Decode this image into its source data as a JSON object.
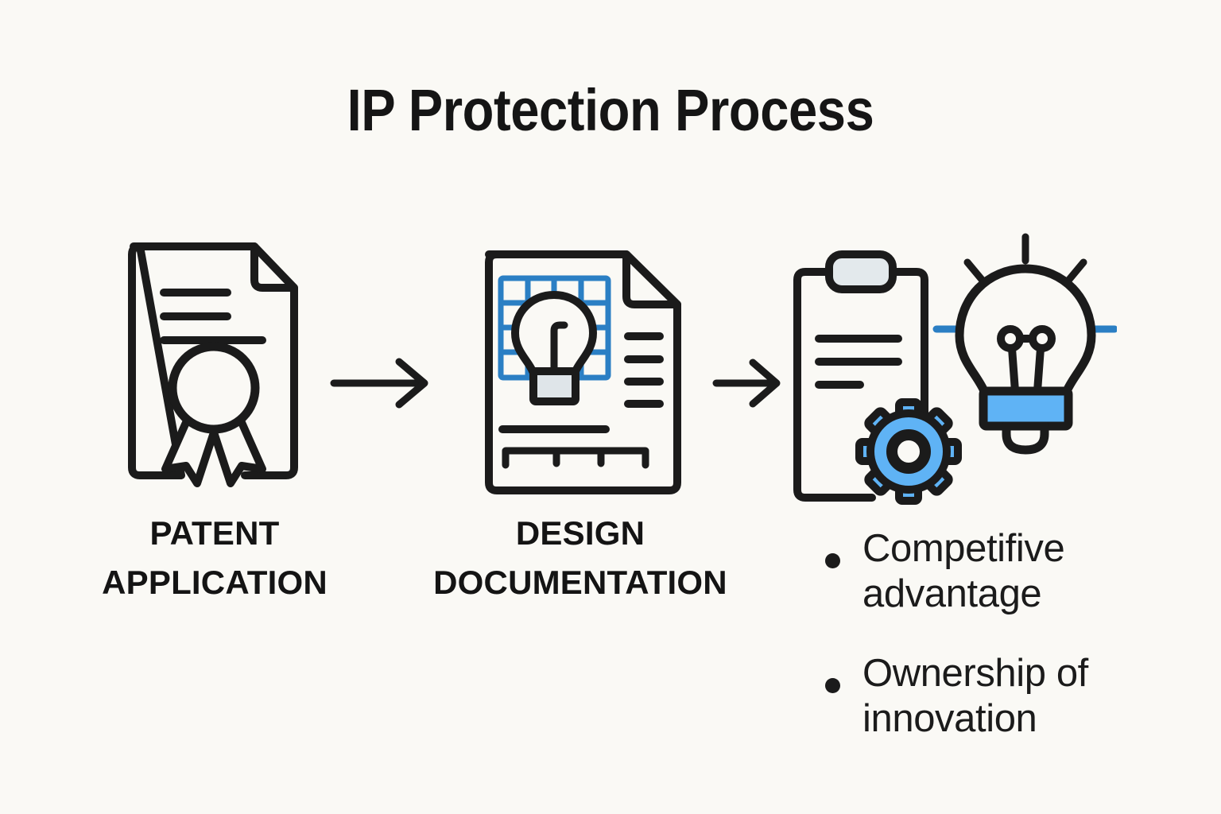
{
  "page": {
    "title": "IP Protection Process",
    "background_color": "#faf9f5",
    "ink_color": "#1b1b1b",
    "accent_blue": "#5fb3f5",
    "grid_blue": "#2b7fc4",
    "panel_gray": "#dfe5e9"
  },
  "steps": [
    {
      "id": "patent-application",
      "label_line1": "PATENT",
      "label_line2": "APPLICATION",
      "icon": "certificate-document-icon",
      "icon_parts": [
        "document-page",
        "folded-corner",
        "text-line",
        "text-line",
        "text-line",
        "award-seal-circle",
        "ribbon-tails"
      ]
    },
    {
      "id": "design-documentation",
      "label_line1": "DESIGN",
      "label_line2": "DOCUMENTATION",
      "icon": "design-blueprint-document-icon",
      "icon_parts": [
        "document-page",
        "folded-corner",
        "blueprint-grid",
        "lightbulb",
        "text-line",
        "text-line",
        "text-line",
        "text-line",
        "divider-line",
        "ruler"
      ]
    },
    {
      "id": "outcomes",
      "label_line1": "",
      "label_line2": "",
      "icon": "clipboard-gear-lightbulb-icon",
      "icon_parts": [
        "clipboard",
        "clipboard-clip",
        "text-line",
        "text-line",
        "text-line",
        "gear",
        "lightbulb",
        "light-rays"
      ]
    }
  ],
  "arrows": [
    {
      "id": "arrow-1",
      "direction": "right"
    },
    {
      "id": "arrow-2",
      "direction": "right"
    }
  ],
  "bullets": [
    {
      "line1": "Competifive",
      "line2": "advantage"
    },
    {
      "line1": "Ownership of",
      "line2": "innovation"
    }
  ]
}
